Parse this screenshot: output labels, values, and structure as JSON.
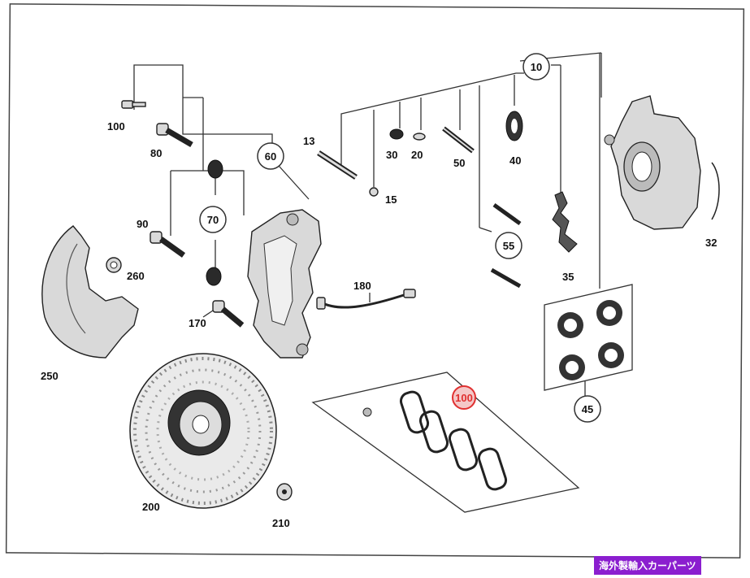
{
  "callouts": {
    "c10": "10",
    "c60": "60",
    "c70": "70",
    "c55": "55",
    "c45": "45",
    "c100red": "100"
  },
  "labels": {
    "l100": "100",
    "l80": "80",
    "l13": "13",
    "l30": "30",
    "l20": "20",
    "l50": "50",
    "l40": "40",
    "l15": "15",
    "l90": "90",
    "l260": "260",
    "l180": "180",
    "l170": "170",
    "l35": "35",
    "l32": "32",
    "l250": "250",
    "l200": "200",
    "l210": "210"
  },
  "badge": {
    "text": "海外製輸入カーパーツ"
  },
  "colors": {
    "highlight": "#e03030",
    "badge": "#8b1ecf"
  }
}
